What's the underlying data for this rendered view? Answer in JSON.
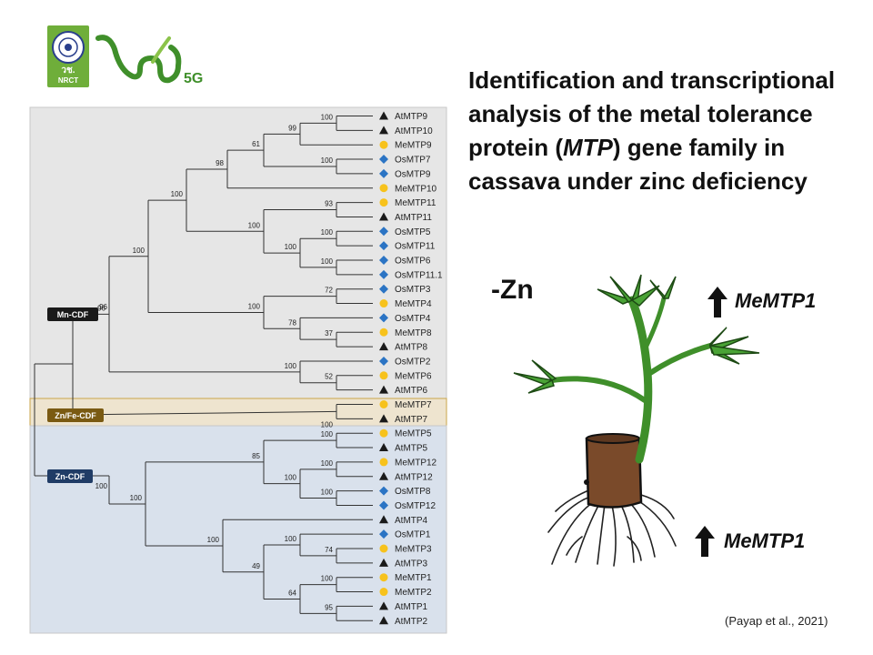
{
  "logo": {
    "org": "NRCT",
    "org_thai": "วช.",
    "anniv": "5G"
  },
  "title": "Identification and transcriptional analysis of the metal tolerance protein (MTP) gene family in cassava under zinc deficiency",
  "title_parts": {
    "before": "Identification and transcriptional analysis of the metal tolerance protein (",
    "italic": "MTP",
    "after": ") gene family in cassava under zinc deficiency"
  },
  "treatment_label": "-Zn",
  "shoot_gene": "MeMTP1",
  "root_gene": "MeMTP1",
  "citation": "(Payap et al., 2021)",
  "colors": {
    "mn_bg": "#e6e6e6",
    "znfe_bg": "#eee4cf",
    "zn_bg": "#d9e1ec",
    "mn_box": "#1a1a1a",
    "znfe_box": "#7a5a12",
    "zn_box": "#203c66",
    "At": "#1a1a1a",
    "Os": "#2b74c4",
    "Me": "#f7c21c",
    "plant_green": "#3f8f2a",
    "trunk": "#7a4a2a"
  },
  "groups": [
    {
      "name": "Mn-CDF",
      "bg": "mn_bg",
      "box": "mn_box"
    },
    {
      "name": "Zn/Fe-CDF",
      "bg": "znfe_bg",
      "box": "znfe_box"
    },
    {
      "name": "Zn-CDF",
      "bg": "zn_bg",
      "box": "zn_box"
    }
  ],
  "leaves": [
    {
      "name": "AtMTP9",
      "sp": "At"
    },
    {
      "name": "AtMTP10",
      "sp": "At"
    },
    {
      "name": "MeMTP9",
      "sp": "Me"
    },
    {
      "name": "OsMTP7",
      "sp": "Os"
    },
    {
      "name": "OsMTP9",
      "sp": "Os"
    },
    {
      "name": "MeMTP10",
      "sp": "Me"
    },
    {
      "name": "MeMTP11",
      "sp": "Me"
    },
    {
      "name": "AtMTP11",
      "sp": "At"
    },
    {
      "name": "OsMTP5",
      "sp": "Os"
    },
    {
      "name": "OsMTP11",
      "sp": "Os"
    },
    {
      "name": "OsMTP6",
      "sp": "Os"
    },
    {
      "name": "OsMTP11.1",
      "sp": "Os"
    },
    {
      "name": "OsMTP3",
      "sp": "Os"
    },
    {
      "name": "MeMTP4",
      "sp": "Me"
    },
    {
      "name": "OsMTP4",
      "sp": "Os"
    },
    {
      "name": "MeMTP8",
      "sp": "Me"
    },
    {
      "name": "AtMTP8",
      "sp": "At"
    },
    {
      "name": "OsMTP2",
      "sp": "Os"
    },
    {
      "name": "MeMTP6",
      "sp": "Me"
    },
    {
      "name": "AtMTP6",
      "sp": "At"
    },
    {
      "name": "MeMTP7",
      "sp": "Me"
    },
    {
      "name": "AtMTP7",
      "sp": "At"
    },
    {
      "name": "MeMTP5",
      "sp": "Me"
    },
    {
      "name": "AtMTP5",
      "sp": "At"
    },
    {
      "name": "MeMTP12",
      "sp": "Me"
    },
    {
      "name": "AtMTP12",
      "sp": "At"
    },
    {
      "name": "OsMTP8",
      "sp": "Os"
    },
    {
      "name": "OsMTP12",
      "sp": "Os"
    },
    {
      "name": "AtMTP4",
      "sp": "At"
    },
    {
      "name": "OsMTP1",
      "sp": "Os"
    },
    {
      "name": "MeMTP3",
      "sp": "Me"
    },
    {
      "name": "AtMTP3",
      "sp": "At"
    },
    {
      "name": "MeMTP1",
      "sp": "Me"
    },
    {
      "name": "MeMTP2",
      "sp": "Me"
    },
    {
      "name": "AtMTP1",
      "sp": "At"
    },
    {
      "name": "AtMTP2",
      "sp": "At"
    }
  ],
  "bootstrap": [
    "100",
    "99",
    "61",
    "100",
    "98",
    "93",
    "100",
    "100",
    "100",
    "100",
    "72",
    "100",
    "78",
    "37",
    "100",
    "52",
    "96",
    "100",
    "100",
    "100",
    "100",
    "100",
    "85",
    "74",
    "100",
    "100",
    "49",
    "64",
    "95",
    "100"
  ]
}
